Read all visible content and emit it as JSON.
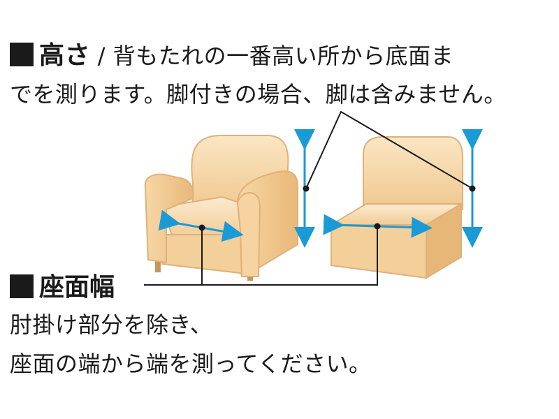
{
  "height_section": {
    "title": "高さ",
    "separator": " / ",
    "desc_line1": "背もたれの一番高い所から底面ま",
    "desc_line2": "でを測ります。脚付きの場合、脚は含みません。"
  },
  "width_section": {
    "title": "座面幅",
    "desc_line1": "肘掛け部分を除き、",
    "desc_line2": "座面の端から端を測ってください。"
  },
  "colors": {
    "sofa_fill": "#f3d4a6",
    "sofa_shade": "#e8bb80",
    "sofa_outline": "#d9a062",
    "arrow": "#1a9ad6",
    "line": "#1a1a1a"
  }
}
